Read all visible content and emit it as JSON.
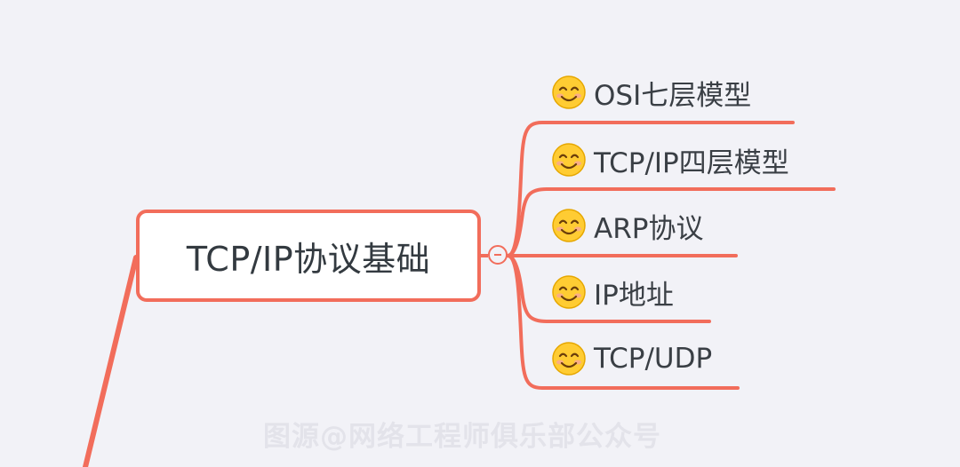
{
  "mindmap": {
    "central_topic": "TCP/IP协议基础",
    "branches": [
      {
        "label": "OSI七层模型",
        "icon": "smile-emoji-icon"
      },
      {
        "label": "TCP/IP四层模型",
        "icon": "smile-emoji-icon"
      },
      {
        "label": "ARP协议",
        "icon": "smile-emoji-icon"
      },
      {
        "label": "IP地址",
        "icon": "smile-emoji-icon"
      },
      {
        "label": "TCP/UDP",
        "icon": "smile-emoji-icon"
      }
    ],
    "toggle_icon": "minus-icon"
  },
  "watermark": "图源@网络工程师俱乐部公众号",
  "colors": {
    "background": "#f2f2f7",
    "connector": "#f26d5b",
    "node_fill": "#ffffff",
    "text": "#3a3f45",
    "watermark": "#e3e3ea"
  }
}
